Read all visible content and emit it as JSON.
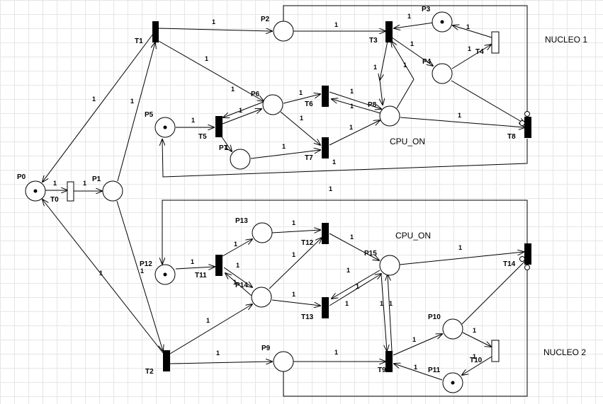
{
  "section_labels": {
    "nucleo1": "NUCLEO 1",
    "nucleo2": "NUCLEO 2"
  },
  "notes": {
    "cpu_on_top": "CPU_ON",
    "cpu_on_bottom": "CPU_ON"
  },
  "places": [
    {
      "id": "P0",
      "label": "P0",
      "tokens": 1
    },
    {
      "id": "P1",
      "label": "P1",
      "tokens": 0
    },
    {
      "id": "P2",
      "label": "P2",
      "tokens": 0
    },
    {
      "id": "P3",
      "label": "P3",
      "tokens": 1
    },
    {
      "id": "P4",
      "label": "P4",
      "tokens": 0
    },
    {
      "id": "P5",
      "label": "P5",
      "tokens": 1
    },
    {
      "id": "P6",
      "label": "P6",
      "tokens": 0
    },
    {
      "id": "P7",
      "label": "P7",
      "tokens": 0
    },
    {
      "id": "P8",
      "label": "P8",
      "tokens": 0
    },
    {
      "id": "P9",
      "label": "P9",
      "tokens": 0
    },
    {
      "id": "P10",
      "label": "P10",
      "tokens": 0
    },
    {
      "id": "P11",
      "label": "P11",
      "tokens": 1
    },
    {
      "id": "P12",
      "label": "P12",
      "tokens": 1
    },
    {
      "id": "P13",
      "label": "P13",
      "tokens": 0
    },
    {
      "id": "P14",
      "label": "P14",
      "tokens": 0
    },
    {
      "id": "P15",
      "label": "P15",
      "tokens": 0
    }
  ],
  "transitions": [
    {
      "id": "T0",
      "label": "T0"
    },
    {
      "id": "T1",
      "label": "T1"
    },
    {
      "id": "T2",
      "label": "T2"
    },
    {
      "id": "T3",
      "label": "T3"
    },
    {
      "id": "T4",
      "label": "T4"
    },
    {
      "id": "T5",
      "label": "T5"
    },
    {
      "id": "T6",
      "label": "T6"
    },
    {
      "id": "T7",
      "label": "T7"
    },
    {
      "id": "T8",
      "label": "T8"
    },
    {
      "id": "T9",
      "label": "T9"
    },
    {
      "id": "T10",
      "label": "T10"
    },
    {
      "id": "T11",
      "label": "T11"
    },
    {
      "id": "T12",
      "label": "T12"
    },
    {
      "id": "T13",
      "label": "T13"
    },
    {
      "id": "T14",
      "label": "T14"
    }
  ],
  "arc_weight": "1"
}
